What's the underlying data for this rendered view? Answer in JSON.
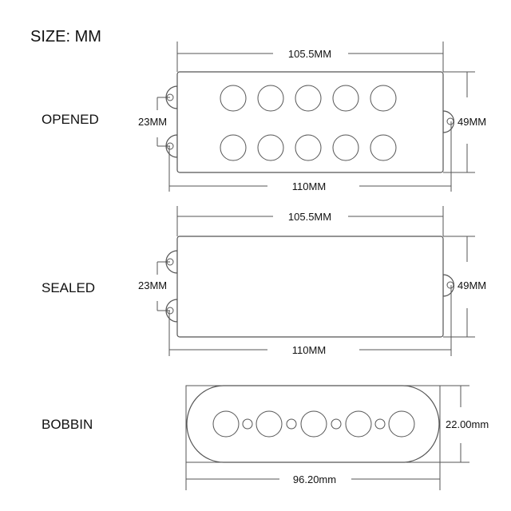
{
  "title": "SIZE: MM",
  "opened": {
    "label": "OPENED",
    "top_width": "105.5MM",
    "bottom_width": "110MM",
    "height": "49MM",
    "mount_spacing": "23MM"
  },
  "sealed": {
    "label": "SEALED",
    "top_width": "105.5MM",
    "bottom_width": "110MM",
    "height": "49MM",
    "mount_spacing": "23MM"
  },
  "bobbin": {
    "label": "BOBBIN",
    "width": "96.20mm",
    "height": "22.00mm"
  }
}
